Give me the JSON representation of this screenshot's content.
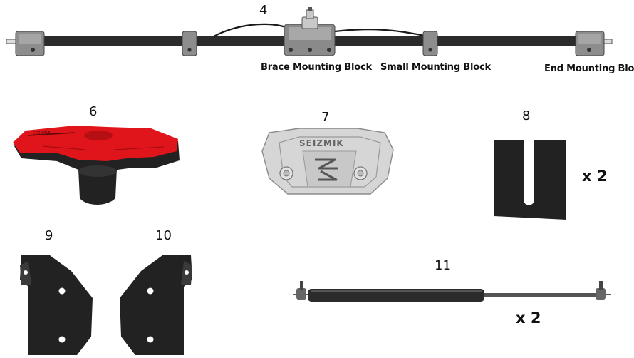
{
  "parts": {
    "bar": {
      "number": "4",
      "labels": {
        "brace": "Brace Mounting Block",
        "small": "Small Mounting Block",
        "end": "End Mounting Block"
      }
    },
    "knob": {
      "number": "6",
      "engraving": "SEIZMIK"
    },
    "cover": {
      "number": "7",
      "logo_text": "SEIZMIK"
    },
    "shim": {
      "number": "8",
      "quantity": "x 2"
    },
    "bracket_left": {
      "number": "9"
    },
    "bracket_right": {
      "number": "10"
    },
    "strut": {
      "number": "11",
      "quantity": "x 2"
    }
  },
  "colors": {
    "part_dark": "#2b2b2b",
    "knob_red": "#e0141b",
    "cover_gray": "#d6d6d6"
  }
}
